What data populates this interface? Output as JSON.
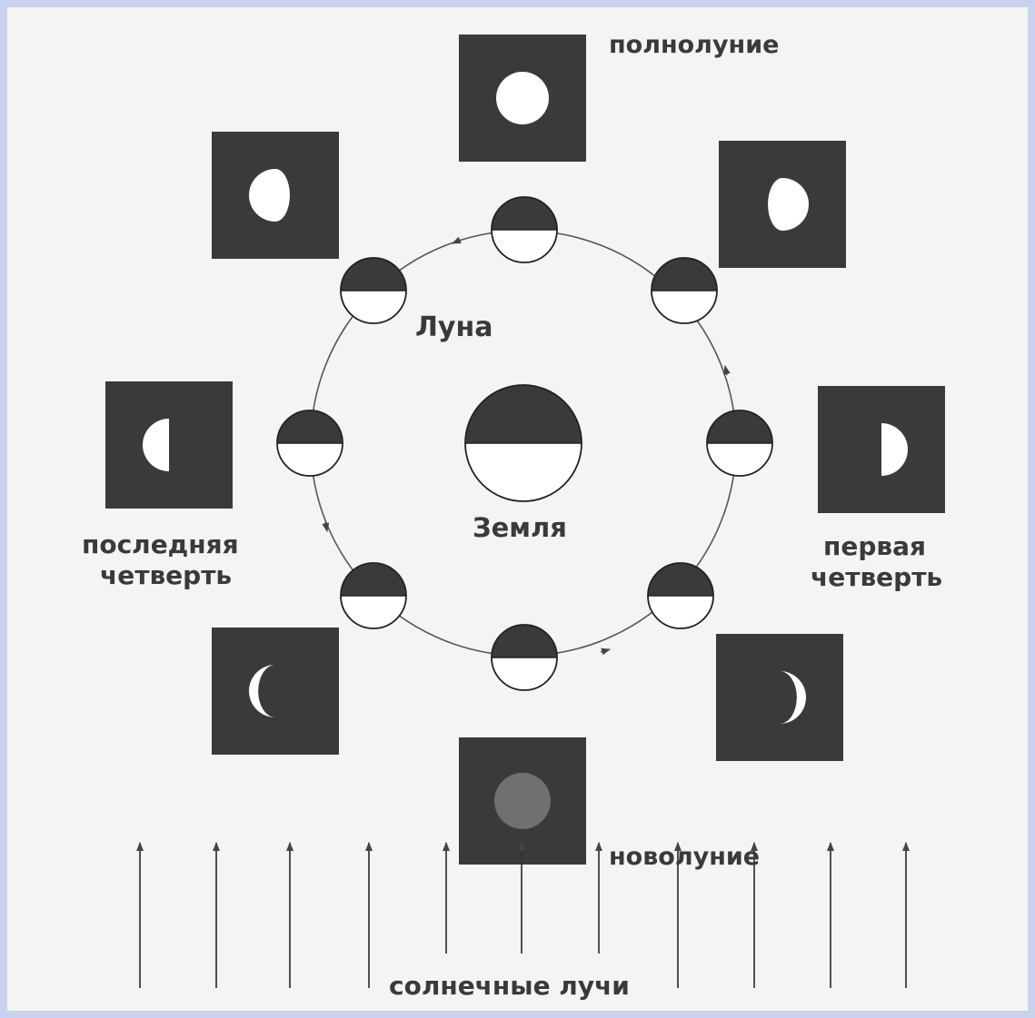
{
  "labels": {
    "full_moon": "полнолуние",
    "new_moon": "новолуние",
    "moon": "Луна",
    "earth": "Земля",
    "last_quarter_line1": "последняя",
    "last_quarter_line2": "четверть",
    "first_quarter_line1": "первая",
    "first_quarter_line2": "четверть",
    "sun_rays": "солнечные лучи"
  },
  "colors": {
    "dark": "#3a3a3a",
    "light": "#ffffff",
    "new_moon_disc": "#707070",
    "line": "#555555",
    "page": "#f4f4f2",
    "border": "#c9d3ee"
  },
  "diagram": {
    "orbit_moon_count": 8,
    "phase_panel_count": 8,
    "sun_ray_count": 11
  }
}
